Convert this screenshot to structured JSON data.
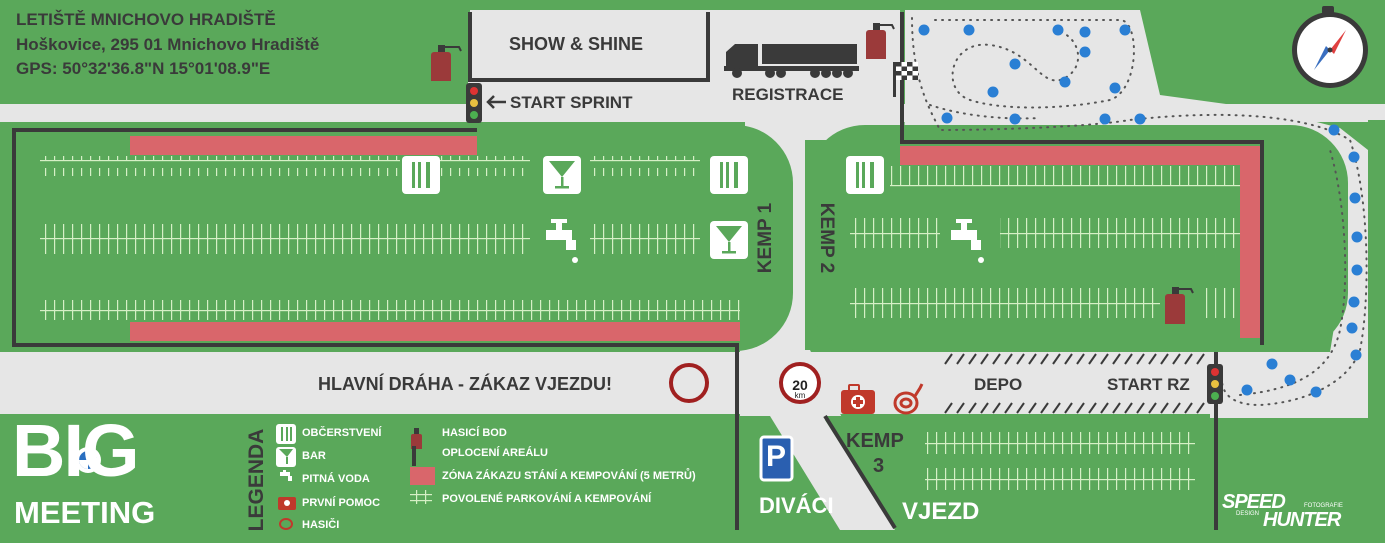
{
  "header": {
    "title": "LETIŠTĚ MNICHOVO HRADIŠTĚ",
    "address": "Hoškovice, 295 01 Mnichovo Hradiště",
    "gps": "GPS:  50°32'36.8\"N  15°01'08.9\"E"
  },
  "labels": {
    "show_shine": "SHOW & SHINE",
    "registrace": "REGISTRACE",
    "start_sprint": "START SPRINT",
    "kemp1": "KEMP 1",
    "kemp2": "KEMP 2",
    "kemp3_line1": "KEMP",
    "kemp3_line2": "3",
    "hlavni_draha": "HLAVNÍ DRÁHA - ZÁKAZ VJEZDU!",
    "speed_value": "20",
    "speed_unit": "km",
    "depo": "DEPO",
    "start_rz": "START RZ",
    "divaci": "DIVÁCI",
    "vjezd": "VJEZD",
    "parking_symbol": "P"
  },
  "logo": {
    "line1": "BIG",
    "line2": "MEETING"
  },
  "legend": {
    "title": "LEGENDA",
    "items_left": [
      {
        "icon": "food-icon",
        "label": "OBČERSTVENÍ"
      },
      {
        "icon": "bar-icon",
        "label": "BAR"
      },
      {
        "icon": "tap-icon",
        "label": "PITNÁ VODA"
      },
      {
        "icon": "first-aid-icon",
        "label": "PRVNÍ POMOC"
      },
      {
        "icon": "hose-icon",
        "label": "HASIČI"
      }
    ],
    "items_right": [
      {
        "icon": "extinguisher-icon",
        "label": "HASICÍ BOD"
      },
      {
        "icon": "fence-icon",
        "label": "OPLOCENÍ AREÁLU"
      },
      {
        "icon": "no-parking-zone-swatch",
        "label": "ZÓNA ZÁKAZU STÁNÍ A KEMPOVÁNÍ (5 METRŮ)"
      },
      {
        "icon": "parking-lines-icon",
        "label": "POVOLENÉ PARKOVÁNÍ A KEMPOVÁNÍ"
      }
    ]
  },
  "credit": {
    "line1": "SPEED",
    "line2": "HUNTER",
    "small1": "FOTOGRAFIE",
    "small2": "DESIGN"
  },
  "colors": {
    "grass": "#5aa85a",
    "road": "#e8e8e8",
    "fence": "#3a3a3a",
    "no_parking": "#d9666b",
    "cone": "#2a7fd4",
    "sign_red": "#a02020"
  }
}
